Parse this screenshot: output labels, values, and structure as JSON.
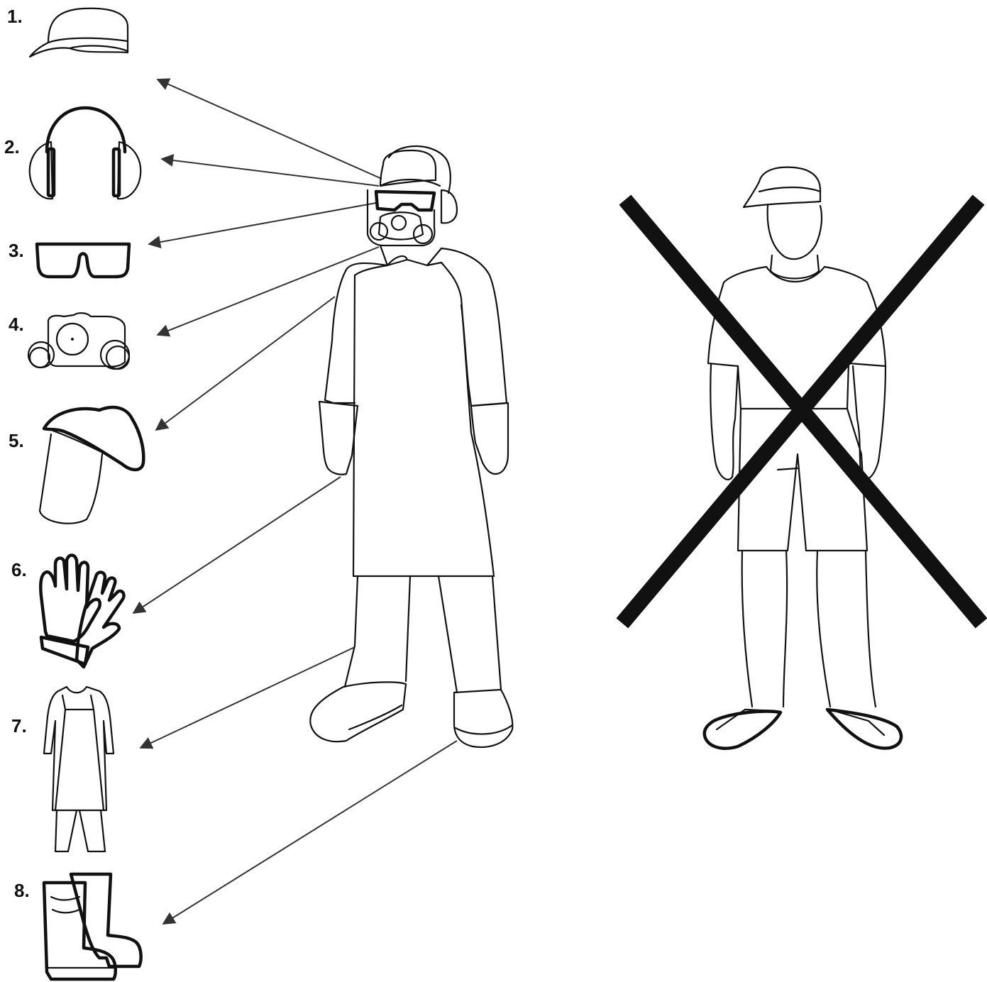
{
  "colors": {
    "ink": "#111111",
    "background": "#ffffff",
    "arrow": "#333333"
  },
  "ppe_items": [
    {
      "number": "1.",
      "icon": "cap-icon"
    },
    {
      "number": "2.",
      "icon": "earmuffs-icon"
    },
    {
      "number": "3.",
      "icon": "safety-glasses-icon"
    },
    {
      "number": "4.",
      "icon": "respirator-icon"
    },
    {
      "number": "5.",
      "icon": "face-shield-icon"
    },
    {
      "number": "6.",
      "icon": "gloves-icon"
    },
    {
      "number": "7.",
      "icon": "apron-suit-icon"
    },
    {
      "number": "8.",
      "icon": "boots-icon"
    }
  ],
  "figures": {
    "protected": "protected-worker-figure",
    "unprotected": "unprotected-person-figure",
    "cross_mark": "crossed-out-x-icon"
  }
}
